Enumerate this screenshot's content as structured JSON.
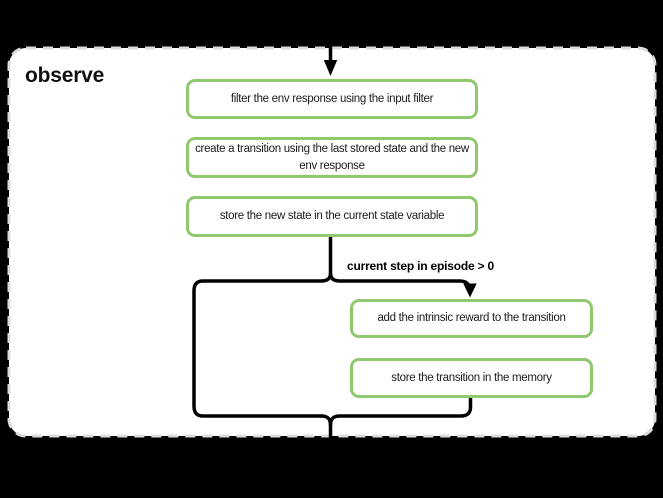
{
  "colors": {
    "background": "#000000",
    "panel_fill": "#ffffff",
    "panel_border": "#dcdcdc",
    "node_fill": "#ffffff",
    "node_border": "#8fc86e",
    "connector": "#000000",
    "text": "#1b1b1b"
  },
  "diagram": {
    "group_title": "observe",
    "condition_label": "current step in episode > 0",
    "nodes": [
      {
        "label": "filter the env response using the input filter"
      },
      {
        "label": "create a transition using the last stored state and the new env response"
      },
      {
        "label": "store the new state in the current state variable"
      },
      {
        "label": "add the intrinsic reward to the transition"
      },
      {
        "label": "store the transition in the memory"
      }
    ]
  }
}
